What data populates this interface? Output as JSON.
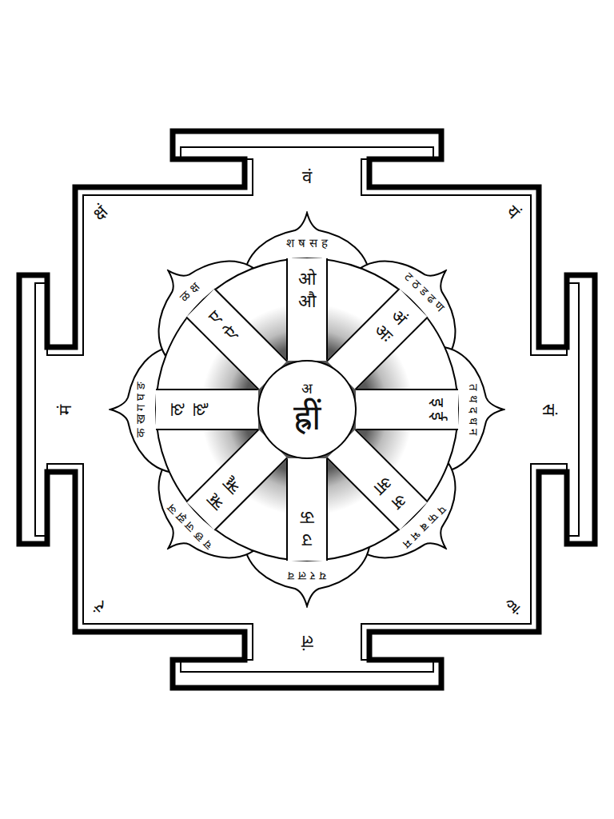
{
  "diagram": {
    "nodes": [
      {
        "text": [
          "वं",
          "यं",
          "सं",
          "हं",
          "लं",
          "रं",
          "मं",
          "क्षं"
        ]
      },
      {
        "text": [
          "श ष स ह"
        ],
        "in": 0
      },
      {
        "text": [
          "ट ठ ड ढ ण"
        ],
        "in": 0
      },
      {
        "text": [
          "त थ द ध न"
        ],
        "in": 0
      },
      {
        "text": [
          "प फ ब भ म"
        ],
        "in": 0
      },
      {
        "text": [
          "य र ल व"
        ],
        "in": 0
      },
      {
        "text": [
          "च छ ज झ ञ"
        ],
        "in": 0
      },
      {
        "text": [
          "क ख ग घ ङ"
        ],
        "in": 0
      },
      {
        "text": [
          "ळ क्ष"
        ],
        "in": 0
      },
      {
        "text": [],
        "in": 0
      },
      {
        "text": [
          "ओ औ"
        ],
        "in": 9
      },
      {
        "text": [
          "अं अः"
        ],
        "in": 9
      },
      {
        "text": [
          "इ ई"
        ],
        "in": 9
      },
      {
        "text": [
          "अ आ"
        ],
        "in": 9
      },
      {
        "text": [
          "उ ऊ"
        ],
        "in": 9
      },
      {
        "text": [
          "ऋ ॠ"
        ],
        "in": 9
      },
      {
        "text": [
          "ऌ ॡ"
        ],
        "in": 9
      },
      {
        "text": [
          "ए ऐ"
        ],
        "in": 9
      },
      {
        "text": [
          "अ",
          "ह्रीं"
        ],
        "in": 9
      }
    ]
  }
}
